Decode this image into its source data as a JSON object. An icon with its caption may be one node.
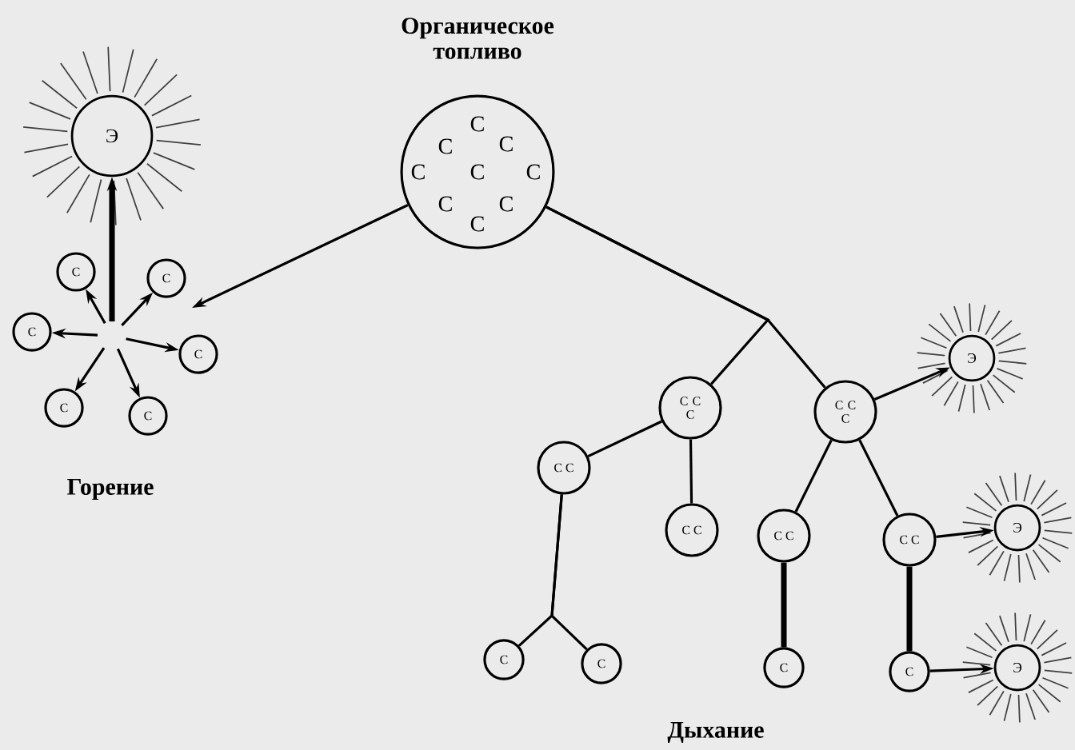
{
  "diagram": {
    "nodes": [
      {
        "text": [
          "C",
          "C",
          "C",
          "C",
          "C",
          "C",
          "C",
          "C",
          "C"
        ],
        "beside": [
          "Органическое топливо"
        ]
      },
      {
        "text": [
          "Э"
        ]
      },
      {
        "text": [
          "C"
        ]
      },
      {
        "text": [
          "C"
        ]
      },
      {
        "text": [
          "C"
        ]
      },
      {
        "text": [
          "C"
        ]
      },
      {
        "text": [
          "C"
        ]
      },
      {
        "text": [
          "C"
        ]
      },
      {
        "text": [
          "C C C"
        ]
      },
      {
        "text": [
          "C C C"
        ]
      },
      {
        "text": [
          "Э"
        ]
      },
      {
        "text": [
          "C C"
        ]
      },
      {
        "text": [
          "C C"
        ]
      },
      {
        "text": [
          "C C"
        ]
      },
      {
        "text": [
          "C C"
        ]
      },
      {
        "text": [
          "Э"
        ]
      },
      {
        "text": [
          "C"
        ]
      },
      {
        "text": [
          "C"
        ]
      },
      {
        "text": [
          "C"
        ]
      },
      {
        "text": [
          "C"
        ]
      },
      {
        "text": [
          "Э"
        ]
      }
    ],
    "edges": [
      {
        "from": 0,
        "to": null,
        "arrow": "to"
      },
      {
        "from": null,
        "to": 1,
        "arrow": "to",
        "style": "thick"
      },
      {
        "from": null,
        "to": 2,
        "arrow": "to"
      },
      {
        "from": null,
        "to": 3,
        "arrow": "to"
      },
      {
        "from": null,
        "to": 4,
        "arrow": "to"
      },
      {
        "from": null,
        "to": 5,
        "arrow": "to"
      },
      {
        "from": null,
        "to": 6,
        "arrow": "to"
      },
      {
        "from": null,
        "to": 7,
        "arrow": "to"
      },
      {
        "from": 0,
        "to": 8,
        "arrow": "none"
      },
      {
        "from": 0,
        "to": 9,
        "arrow": "none"
      },
      {
        "from": 9,
        "to": 10,
        "arrow": "to"
      },
      {
        "from": 8,
        "to": 11,
        "arrow": "none"
      },
      {
        "from": 8,
        "to": 12,
        "arrow": "none"
      },
      {
        "from": 9,
        "to": 13,
        "arrow": "none"
      },
      {
        "from": 9,
        "to": 14,
        "arrow": "none"
      },
      {
        "from": 11,
        "to": 16,
        "arrow": "none"
      },
      {
        "from": 11,
        "to": 17,
        "arrow": "none"
      },
      {
        "from": 13,
        "to": 18,
        "arrow": "none",
        "style": "thick"
      },
      {
        "from": 14,
        "to": 19,
        "arrow": "none",
        "style": "thick"
      },
      {
        "from": 14,
        "to": 15,
        "arrow": "to"
      },
      {
        "from": 19,
        "to": 20,
        "arrow": "to"
      }
    ],
    "labels": [
      "Горение",
      "Дыхание"
    ]
  }
}
